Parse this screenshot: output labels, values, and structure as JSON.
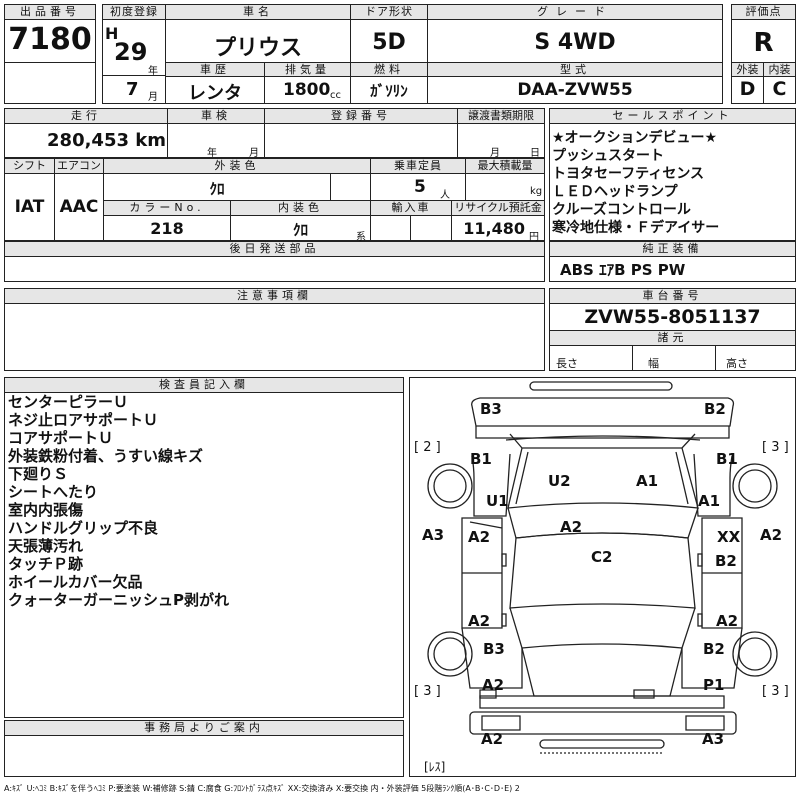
{
  "header": {
    "lot_label": "出品番号",
    "lot": "7180",
    "first_reg_label": "初度登録",
    "era": "H",
    "year": "29",
    "year_unit": "年",
    "month": "7",
    "month_unit": "月",
    "name_label": "車名",
    "name": "プリウス",
    "history_label": "車歴",
    "history": "レンタ",
    "displacement_label": "排気量",
    "displacement": "1800",
    "displacement_unit": "cc",
    "doors_label": "ドア形状",
    "doors": "5D",
    "fuel_label": "燃料",
    "fuel": "ｶﾞｿﾘﾝ",
    "grade_label": "グレード",
    "grade": "S 4WD",
    "model_label": "型式",
    "model": "DAA-ZVW55",
    "score_label": "評価点",
    "score": "R",
    "ext_label": "外装",
    "ext": "D",
    "int_label": "内装",
    "int": "C"
  },
  "row2": {
    "mileage_label": "走行",
    "mileage": "280,453 km",
    "inspection_label": "車検",
    "year_unit": "年",
    "month_unit": "月",
    "reg_label": "登録番号",
    "transfer_label": "譲渡書類期限",
    "transfer_month": "月",
    "transfer_day": "日",
    "shift_label": "シフト",
    "shift": "IAT",
    "ac_label": "エアコン",
    "ac": "AAC",
    "color_label": "外装色",
    "color": "ｸﾛ",
    "capacity_label": "乗車定員",
    "capacity": "5",
    "capacity_unit": "人",
    "load_label": "最大積載量",
    "load_unit": "kg",
    "colorno_label": "カラーNo.",
    "colorno": "218",
    "interior_label": "内装色",
    "interior": "ｸﾛ",
    "interior_unit": "系",
    "import_label": "輸入車",
    "recycle_label": "リサイクル預託金",
    "recycle": "11,480",
    "recycle_unit": "円",
    "later_label": "後日発送部品"
  },
  "sales": {
    "label": "セールスポイント",
    "items": [
      "★オークションデビュー★",
      "プッシュスタート",
      "トヨタセーフティセンス",
      "ＬＥＤヘッドランプ",
      "クルーズコントロール",
      "寒冷地仕様・Ｆデアイサー"
    ]
  },
  "genuine": {
    "label": "純正装備",
    "value": "ABS ｴｱB PS PW"
  },
  "notes": {
    "label": "注意事項欄"
  },
  "chassis": {
    "label": "車台番号",
    "value": "ZVW55-8051137",
    "spec_label": "諸元",
    "length": "長さ",
    "width": "幅",
    "height": "高さ"
  },
  "inspector": {
    "label": "検査員記入欄",
    "items": [
      "センターピラーＵ",
      "ネジ止ロアサポートＵ",
      "コアサポートＵ",
      "外装鉄粉付着、うすい線キズ",
      "下廻りＳ",
      "シートへたり",
      "室内内張傷",
      "ハンドルグリップ不良",
      "天張薄汚れ",
      "タッチＰ跡",
      "ホイールカバー欠品",
      "クォーターガーニッシュP剥がれ"
    ]
  },
  "office": {
    "label": "事務局よりご案内"
  },
  "diagram": {
    "marks": {
      "b3_tl": "B3",
      "b2_tr": "B2",
      "b1_l": "B1",
      "b1_r": "B1",
      "u2": "U2",
      "a1_top": "A1",
      "u1": "U1",
      "a1_r": "A1",
      "a2_mid": "A2",
      "a3_l": "A3",
      "a2_ml": "A2",
      "xx": "XX",
      "a2_far_r": "A2",
      "c2": "C2",
      "b2_mr": "B2",
      "a2_ll": "A2",
      "a2_lr": "A2",
      "b3_bl": "B3",
      "b2_br": "B2",
      "a2_bl": "A2",
      "p1": "P1",
      "a2_bottom_l": "A2",
      "a3_bottom_r": "A3"
    },
    "tag_l1": "[ 2 ]",
    "tag_r1": "[ 3 ]",
    "tag_l2": "[ 3 ]",
    "tag_r2": "[ 3 ]",
    "tag_les": "[ﾚｽ]"
  },
  "legend": "A:ｷｽﾞ U:ﾍｺﾐ B:ｷｽﾞを伴うﾍｺﾐ P:要塗装 W:補修跡 S:錆 C:腐食 G:ﾌﾛﾝﾄｶﾞﾗｽ点ｷｽﾞ XX:交換済み X:要交換 内・外装評価 5段階ﾗﾝｸ順(A･B･C･D･E) 2"
}
